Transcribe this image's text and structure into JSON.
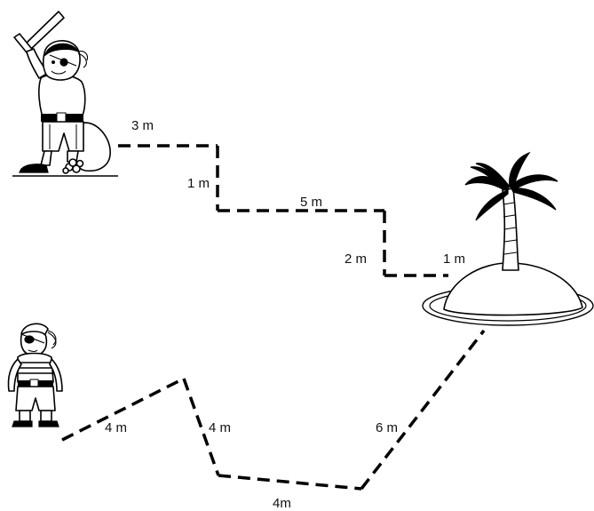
{
  "top_route": {
    "segments": [
      {
        "label": "3 m"
      },
      {
        "label": "1 m"
      },
      {
        "label": "5 m"
      },
      {
        "label": "2 m"
      },
      {
        "label": "1 m"
      }
    ]
  },
  "bottom_route": {
    "segments": [
      {
        "label": "4 m"
      },
      {
        "label": "4 m"
      },
      {
        "label": "4m"
      },
      {
        "label": "6 m"
      }
    ]
  },
  "figures": {
    "pirate_top": "pirate-with-sword",
    "pirate_bottom": "small-pirate",
    "destination": "palm-tree-island"
  },
  "colors": {
    "ink": "#000000",
    "background": "#ffffff"
  }
}
